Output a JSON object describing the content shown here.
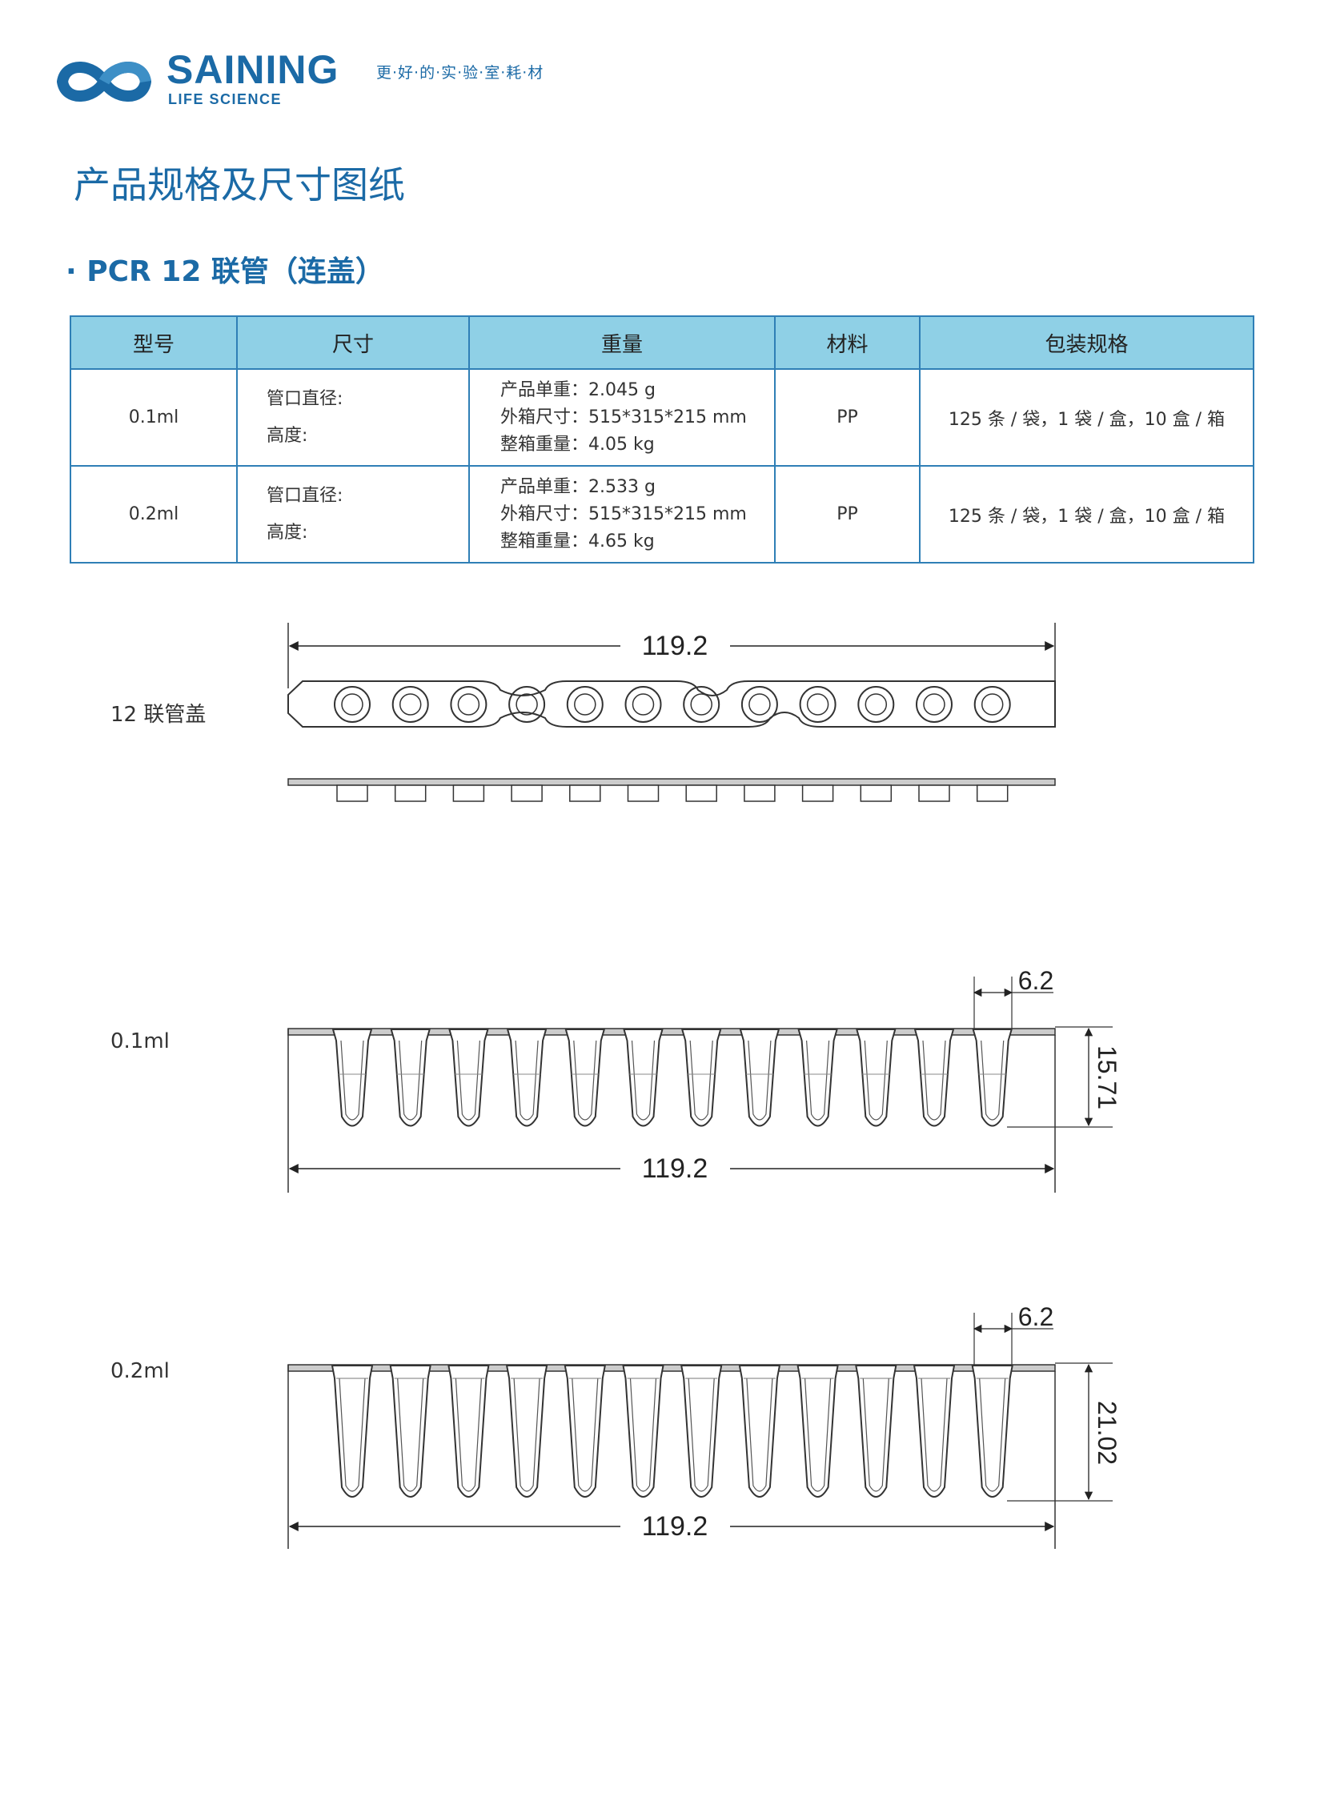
{
  "header": {
    "brand": "SAINING",
    "brand_sub": "LIFE SCIENCE",
    "slogan": "更·好·的·实·验·室·耗·材"
  },
  "page_title": "产品规格及尺寸图纸",
  "section_title": "· PCR 12 联管（连盖）",
  "table": {
    "headers": [
      "型号",
      "尺寸",
      "重量",
      "材料",
      "包装规格"
    ],
    "rows": [
      {
        "model": "0.1ml",
        "size": [
          "管口直径:",
          "高度:"
        ],
        "weight": [
          "产品单重：2.045 g",
          "外箱尺寸：515*315*215 mm",
          "整箱重量：4.05 kg"
        ],
        "material": "PP",
        "packing": "125 条 / 袋，1 袋 / 盒，10 盒 / 箱"
      },
      {
        "model": "0.2ml",
        "size": [
          "管口直径:",
          "高度:"
        ],
        "weight": [
          "产品单重：2.533 g",
          "外箱尺寸：515*315*215 mm",
          "整箱重量：4.65 kg"
        ],
        "material": "PP",
        "packing": "125 条 / 袋，1 袋 / 盒，10 盒 / 箱"
      }
    ]
  },
  "drawings": {
    "cap": {
      "label": "12 联管盖",
      "width": "119.2"
    },
    "tube_01": {
      "label": "0.1ml",
      "width": "119.2",
      "pitch": "6.2",
      "height": "15.71"
    },
    "tube_02": {
      "label": "0.2ml",
      "width": "119.2",
      "pitch": "6.2",
      "height": "21.02"
    }
  },
  "colors": {
    "brand": "#1b6aa6",
    "table_header": "#8fd0e6",
    "table_border": "#2f7fb6"
  }
}
